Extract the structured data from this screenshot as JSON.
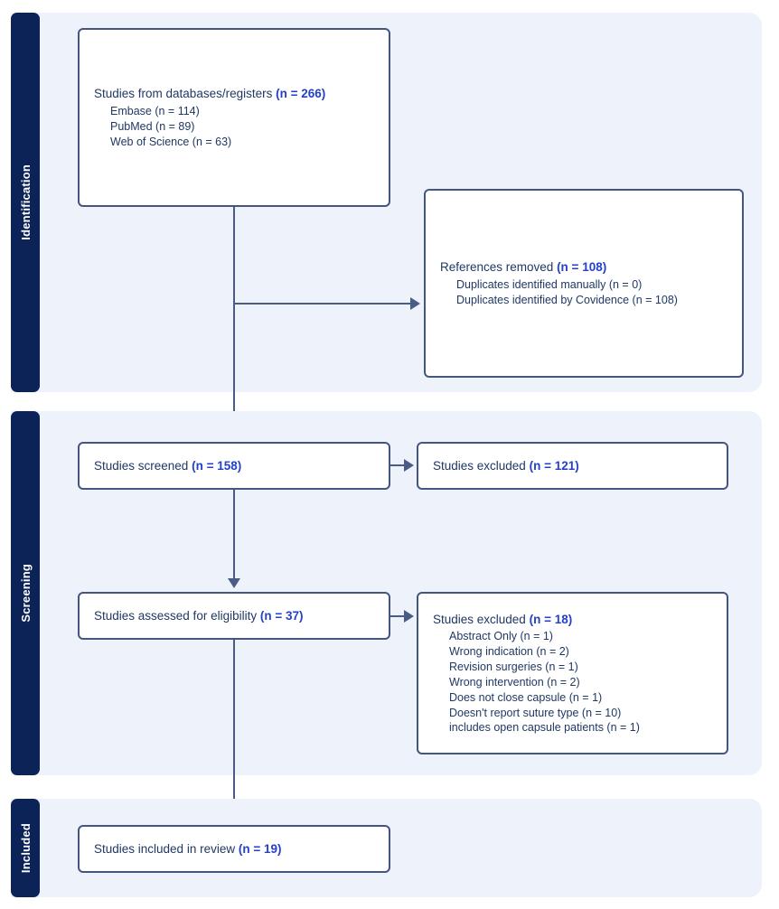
{
  "diagram": {
    "type": "prisma-flow-diagram",
    "accent_count_color": "#2341c8",
    "text_color": "#1f3864",
    "band_background": "#eef2fb",
    "strip_color": "#0c2357",
    "connector_color": "#4a5c86",
    "box_border_color": "#44557e"
  },
  "stages": {
    "identification": {
      "label": "Identification"
    },
    "screening": {
      "label": "Screening"
    },
    "included": {
      "label": "Included"
    }
  },
  "nodes": {
    "records_identified": {
      "title_text": "Studies from databases/registers ",
      "title_count": "(n = 266)",
      "sources": [
        "Embase (n = 114)",
        "PubMed (n = 89)",
        "Web of Science (n = 63)"
      ]
    },
    "references_removed": {
      "title_text": "References removed ",
      "title_count": "(n = 108)",
      "reasons": [
        "Duplicates identified manually (n = 0)",
        "Duplicates identified by Covidence (n = 108)"
      ]
    },
    "studies_screened": {
      "title_text": "Studies screened ",
      "title_count": "(n = 158)"
    },
    "studies_excluded_screening": {
      "title_text": "Studies excluded ",
      "title_count": "(n = 121)"
    },
    "studies_assessed": {
      "title_text": "Studies assessed for eligibility ",
      "title_count": "(n = 37)"
    },
    "studies_excluded_eligibility": {
      "title_text": "Studies excluded ",
      "title_count": "(n = 18)",
      "reasons": [
        "Abstract Only (n = 1)",
        "Wrong indication (n = 2)",
        "Revision surgeries (n = 1)",
        "Wrong intervention (n = 2)",
        "Does not close capsule (n = 1)",
        "Doesn't report suture type (n = 10)",
        "includes open capsule patients (n = 1)"
      ]
    },
    "studies_included": {
      "title_text": "Studies included in review ",
      "title_count": "(n = 19)"
    }
  }
}
